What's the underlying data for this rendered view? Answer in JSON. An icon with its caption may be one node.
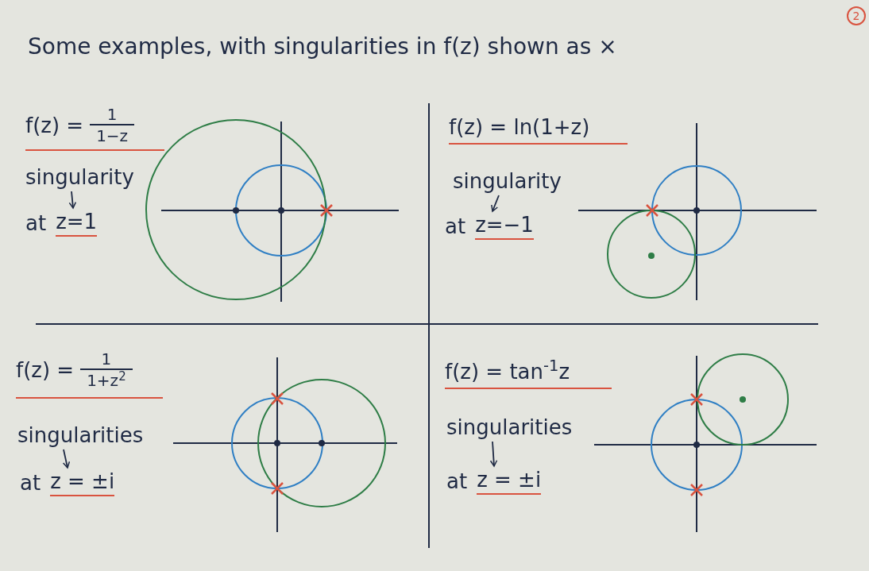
{
  "diagram": {
    "title": "Some examples, with singularities in f(z) shown as ×",
    "nodes": [
      {
        "text": [
          "f(z) =",
          "1",
          "1−z"
        ]
      },
      {
        "text": [
          "singularity"
        ]
      },
      {
        "text": [
          "at",
          "z=1"
        ]
      },
      {
        "text": [
          "f(z) = ln(1+z)"
        ]
      },
      {
        "text": [
          "singularity"
        ]
      },
      {
        "text": [
          "at",
          "z=−1"
        ]
      },
      {
        "text": [
          "f(z) =",
          "1",
          "1+z$^{2}$"
        ]
      },
      {
        "text": [
          "singularities"
        ]
      },
      {
        "text": [
          "at",
          "z = ±i"
        ]
      },
      {
        "text": [
          "f(z) = tan$^{-1}$z"
        ]
      },
      {
        "text": [
          "singularities"
        ]
      },
      {
        "text": [
          "at",
          "z = ±i"
        ]
      }
    ],
    "edges": [
      {
        "from": 1,
        "to": 2,
        "arrow": "to"
      },
      {
        "from": 4,
        "to": 5,
        "arrow": "to"
      },
      {
        "from": 7,
        "to": 8,
        "arrow": "to"
      },
      {
        "from": 10,
        "to": 11,
        "arrow": "to"
      }
    ],
    "labels": [
      "2"
    ]
  }
}
